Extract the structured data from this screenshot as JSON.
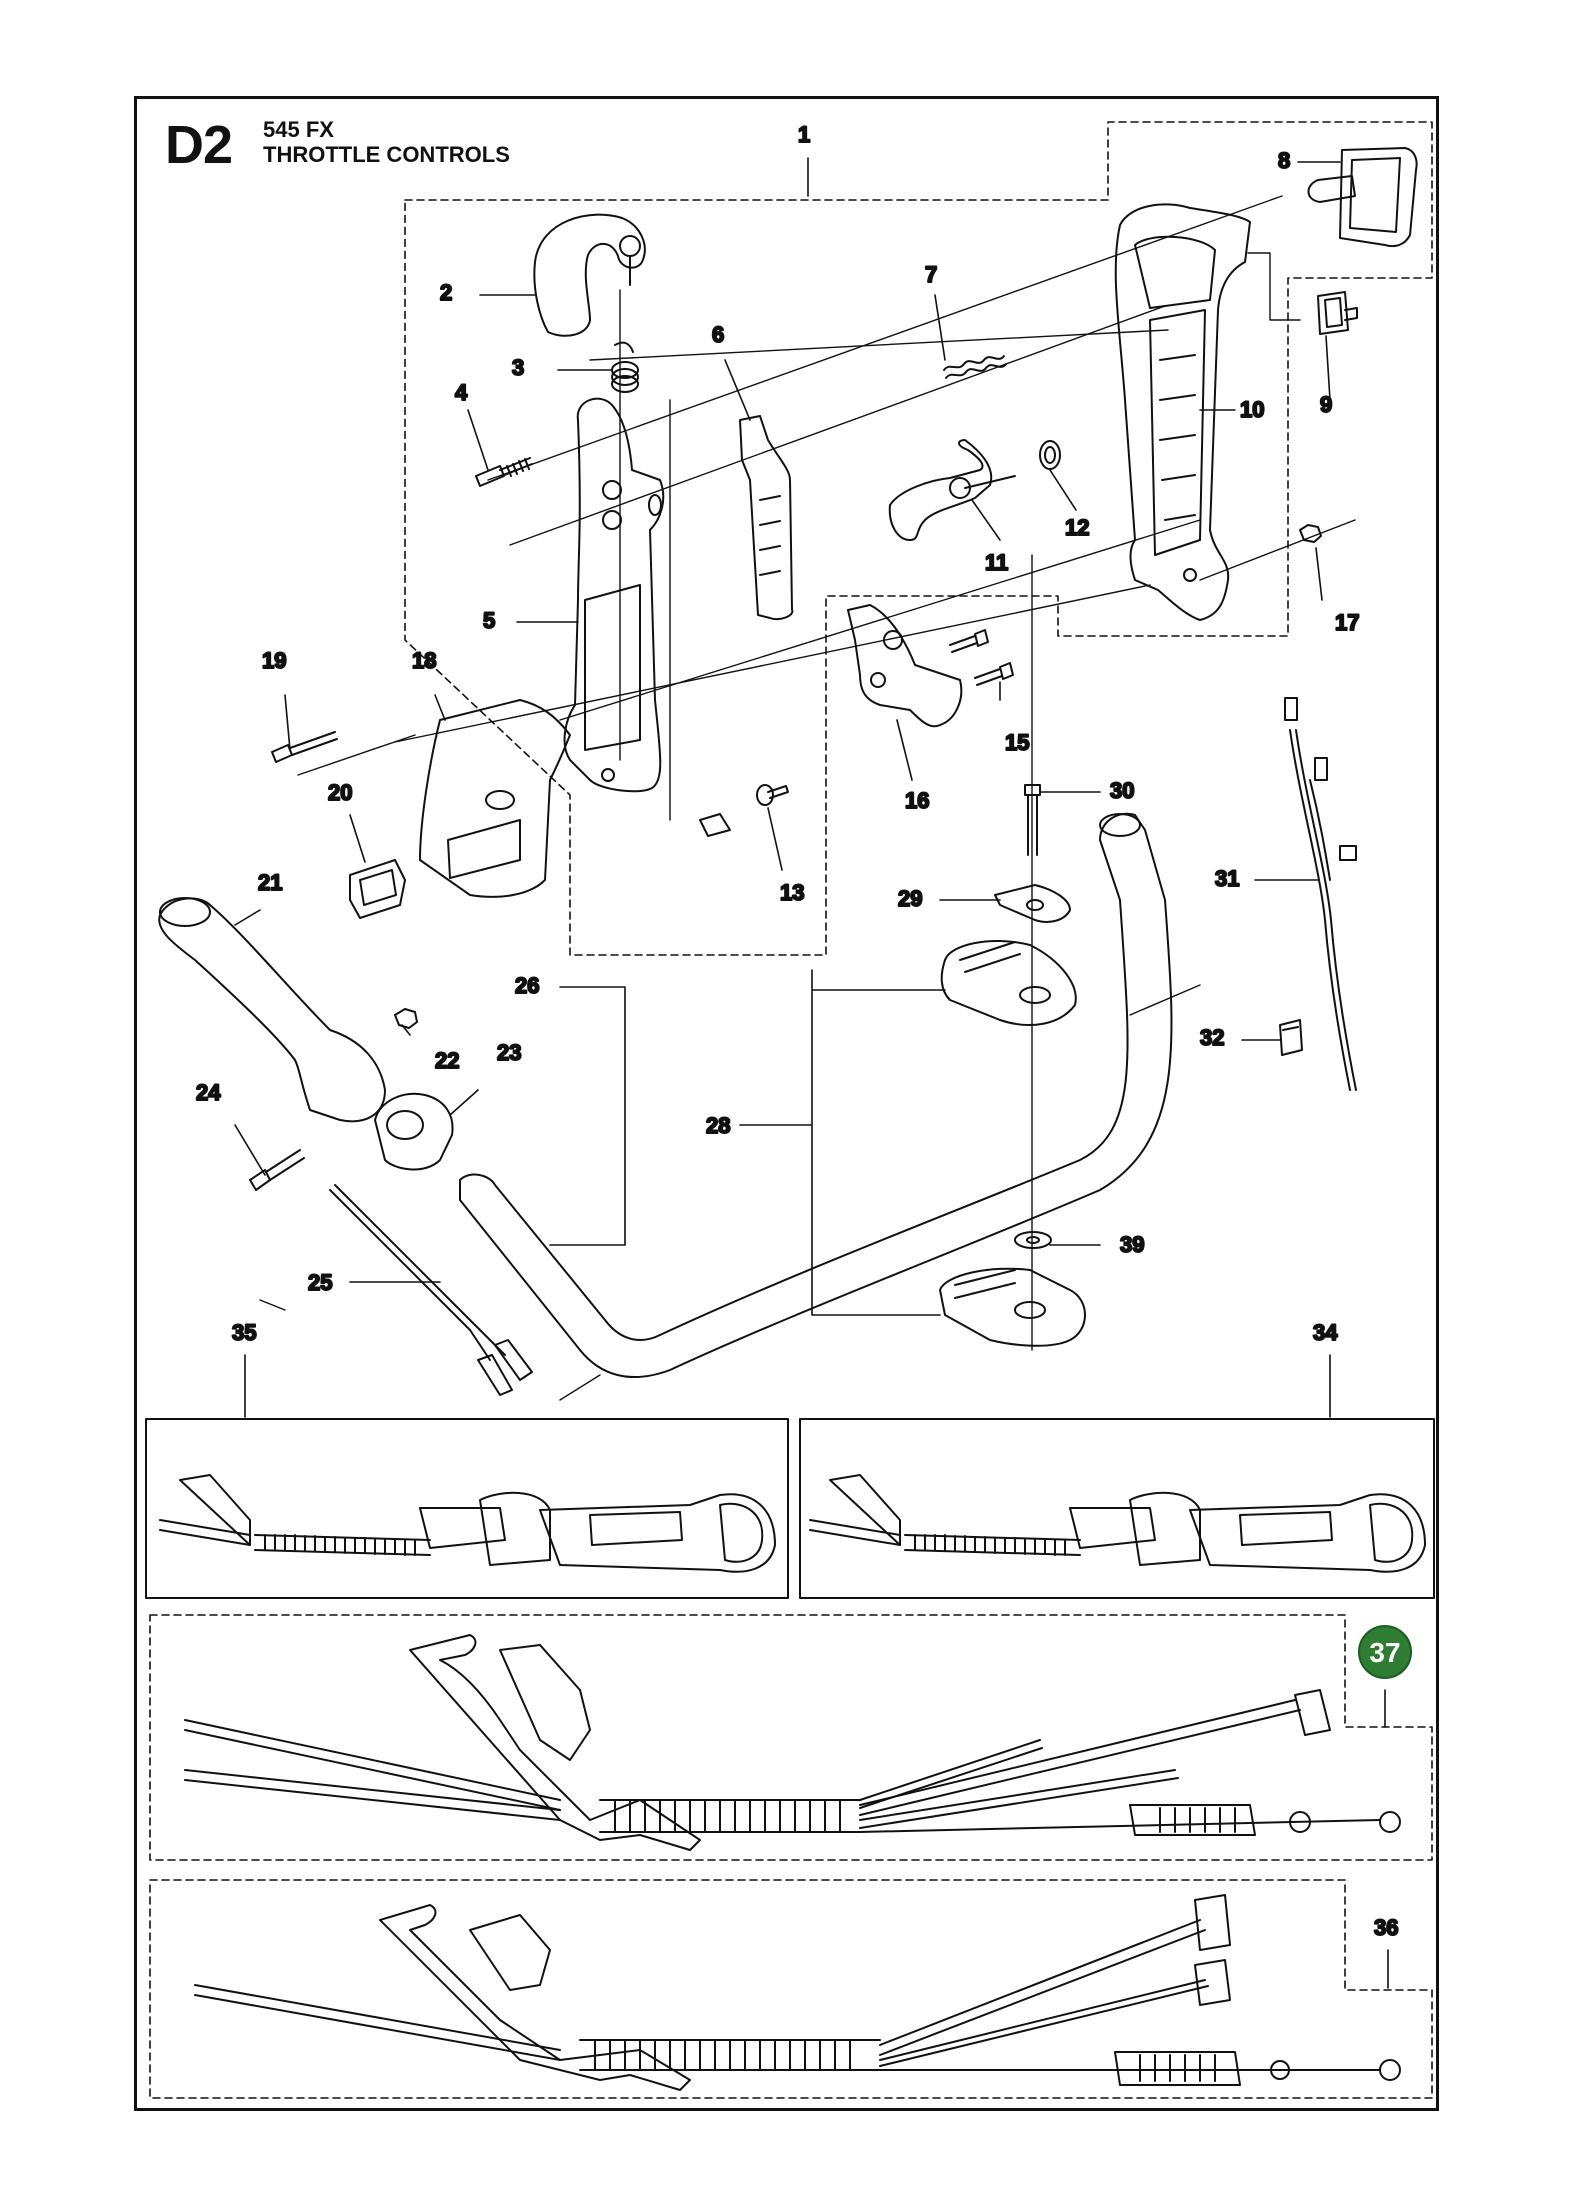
{
  "header": {
    "section_code": "D2",
    "model": "545 FX",
    "title": "THROTTLE CONTROLS"
  },
  "callouts": {
    "p1": "1",
    "p2": "2",
    "p3": "3",
    "p4": "4",
    "p5": "5",
    "p6": "6",
    "p7": "7",
    "p8": "8",
    "p9": "9",
    "p10": "10",
    "p11": "11",
    "p12": "12",
    "p13": "13",
    "p15": "15",
    "p16": "16",
    "p17": "17",
    "p18": "18",
    "p19": "19",
    "p20": "20",
    "p21": "21",
    "p22": "22",
    "p23": "23",
    "p24": "24",
    "p25": "25",
    "p26": "26",
    "p28": "28",
    "p29": "29",
    "p30": "30",
    "p31": "31",
    "p32": "32",
    "p34": "34",
    "p35": "35",
    "p36": "36",
    "p37": "37",
    "p39": "39"
  },
  "colors": {
    "ink": "#111111",
    "badge_green": "#2e7d32"
  }
}
